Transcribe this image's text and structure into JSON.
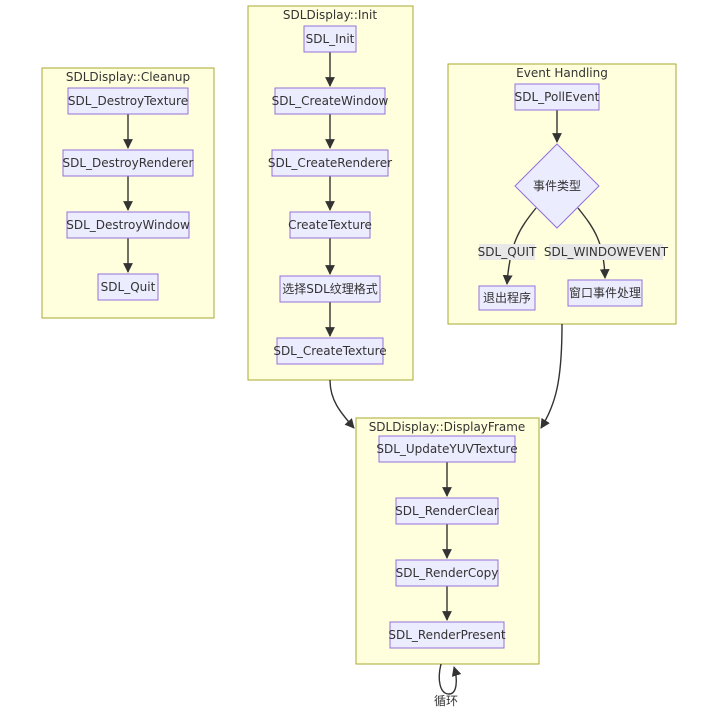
{
  "clusters": {
    "cleanup": "SDLDisplay::Cleanup",
    "init": "SDLDisplay::Init",
    "events": "Event Handling",
    "frame": "SDLDisplay::DisplayFrame"
  },
  "nodes": {
    "destroy_texture": "SDL_DestroyTexture",
    "destroy_renderer": "SDL_DestroyRenderer",
    "destroy_window": "SDL_DestroyWindow",
    "quit": "SDL_Quit",
    "sdl_init": "SDL_Init",
    "create_window": "SDL_CreateWindow",
    "create_renderer": "SDL_CreateRenderer",
    "create_texture_1": "CreateTexture",
    "choose_format": "选择SDL纹理格式",
    "create_texture_2": "SDL_CreateTexture",
    "poll_event": "SDL_PollEvent",
    "event_type": "事件类型",
    "exit_program": "退出程序",
    "window_event_handle": "窗口事件处理",
    "update_yuv": "SDL_UpdateYUVTexture",
    "render_clear": "SDL_RenderClear",
    "render_copy": "SDL_RenderCopy",
    "render_present": "SDL_RenderPresent"
  },
  "edge_labels": {
    "quit_branch": "SDL_QUIT",
    "window_branch": "SDL_WINDOWEVENT",
    "loop": "循环"
  }
}
